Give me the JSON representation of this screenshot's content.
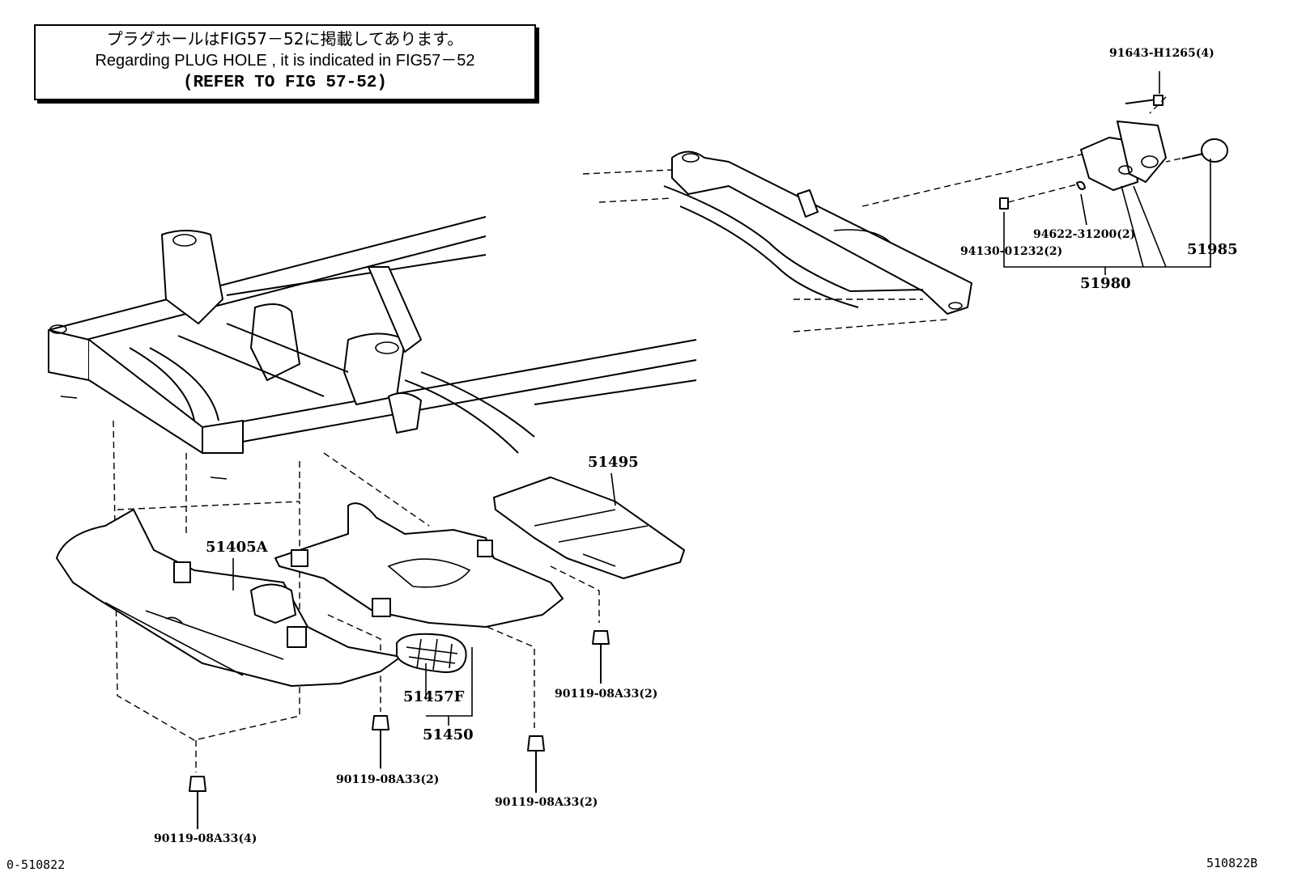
{
  "note": {
    "line_jp": "プラグホールはFIG57－52に掲載してあります。",
    "line_en": "Regarding PLUG HOLE , it is indicated in FIG57－52",
    "line_ref": "(REFER TO FIG 57-52)"
  },
  "labels": {
    "p91643": "91643-H1265(4)",
    "p94622": "94622-31200(2)",
    "p94130": "94130-01232(2)",
    "p51985": "51985",
    "p51980": "51980",
    "p51495": "51495",
    "p51405A": "51405A",
    "p51457F": "51457F",
    "p51450": "51450",
    "p90119_right": "90119-08A33(2)",
    "p90119_mid": "90119-08A33(2)",
    "p90119_center": "90119-08A33(2)",
    "p90119_left": "90119-08A33(4)"
  },
  "footer": {
    "left_code": "0-510822",
    "right_code": "510822B"
  }
}
